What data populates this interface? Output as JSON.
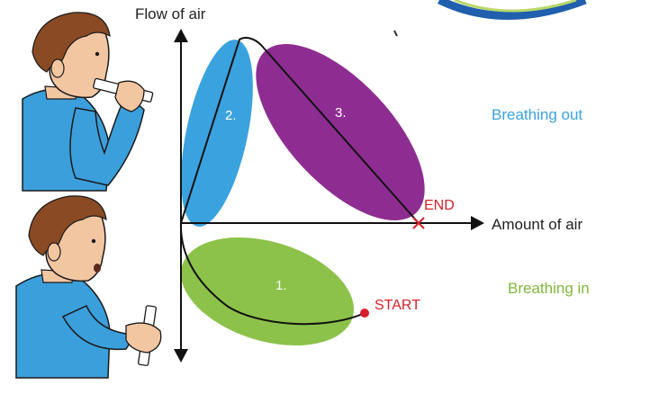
{
  "diagram": {
    "y_axis_label": "Flow of air",
    "x_axis_label": "Amount of air",
    "breathing_out_label": "Breathing out",
    "breathing_in_label": "Breathing in",
    "start_label": "START",
    "end_label": "END",
    "phases": [
      "1.",
      "2.",
      "3."
    ],
    "colors": {
      "phase_1": "#8cc24a",
      "phase_2": "#3aa2df",
      "phase_3": "#8e2d91",
      "marker": "#d8202a",
      "skin": "#f3c6a2",
      "shirt": "#3b9fdc",
      "hair": "#8a4a23"
    }
  }
}
